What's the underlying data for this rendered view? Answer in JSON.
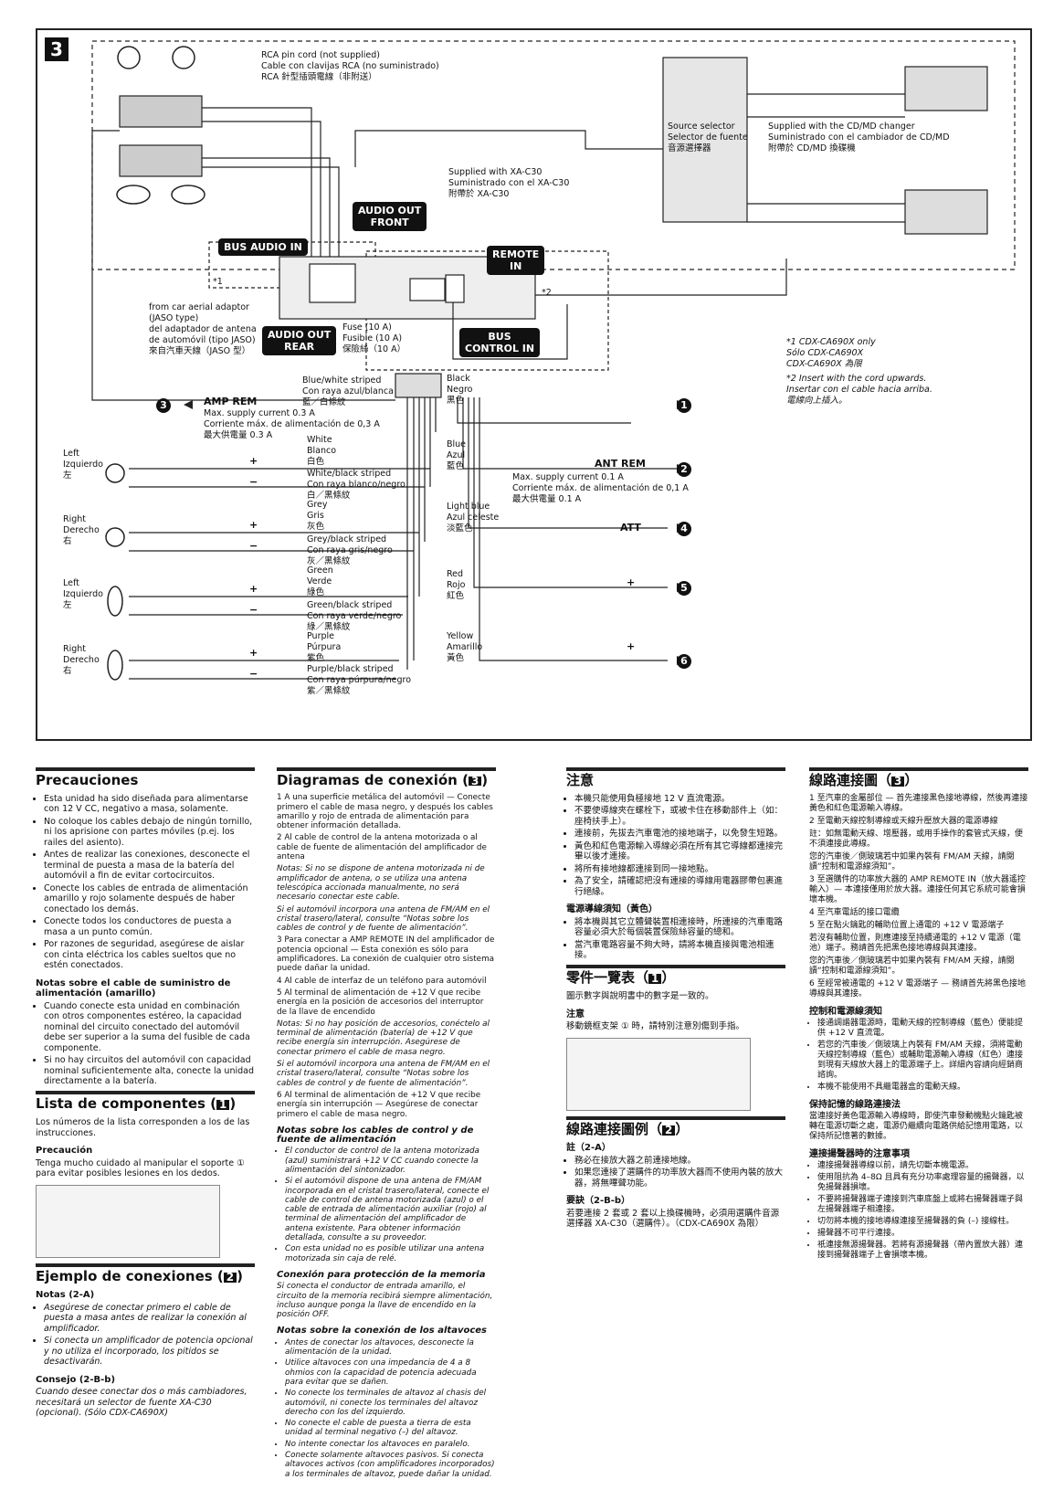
{
  "diagram": {
    "section_number": "3",
    "rca_cord": "RCA pin cord (not supplied)\nCable con clavijas RCA (no suministrado)\nRCA 針型插頭電線（非附送）",
    "source_selector": "Source selector\nSelector de fuente\n音源選擇器",
    "supplied_changer": "Supplied with the CD/MD changer\nSuministrado con el cambiador de CD/MD\n附帶於 CD/MD 換碟機",
    "supplied_xa": "Supplied with XA-C30\nSuministrado con el XA-C30\n附帶於 XA-C30",
    "audio_out_front": "AUDIO OUT\nFRONT",
    "bus_audio_in": "BUS AUDIO IN",
    "remote_in": "REMOTE\nIN",
    "audio_out_rear": "AUDIO OUT\nREAR",
    "bus_control_in": "BUS\nCONTROL IN",
    "star1_mark": "*1",
    "star2_mark": "*2",
    "aerial": "from car aerial adaptor\n(JASO type)\ndel adaptador de antena\nde automóvil (tipo JASO)\n來自汽車天線（JASO 型）",
    "fuse": "Fuse (10 A)\nFusible (10 A)\n保險絲（10 A）",
    "note1": "*1  CDX-CA690X only\nSólo CDX-CA690X\nCDX-CA690X 為限",
    "note2": "*2  Insert with the cord upwards.\nInsertar con el cable hacia arriba.\n電線向上插入。",
    "blue_white": "Blue/white striped\nCon raya azul/blanca\n藍／白條紋",
    "amp_rem": "AMP REM",
    "amp_max": "Max. supply current 0.3 A\nCorriente máx. de alimentación de 0,3 A\n最大供電量 0.3 A",
    "black": "Black\nNegro\n黑色",
    "blue": "Blue\nAzul\n藍色",
    "ant_rem": "ANT REM",
    "ant_max": "Max. supply current 0.1 A\nCorriente máx. de alimentación de 0,1 A\n最大供電量 0.1 A",
    "light_blue": "Light blue\nAzul celeste\n淡藍色",
    "att": "ATT",
    "red": "Red\nRojo\n紅色",
    "yellow": "Yellow\nAmarillo\n黃色",
    "left_spk": "Left\nIzquierdo\n左",
    "right_spk": "Right\nDerecho\n右",
    "white": "White\nBlanco\n白色",
    "white_black": "White/black striped\nCon raya blanco/negro\n白／黑條紋",
    "grey": "Grey\nGris\n灰色",
    "grey_black": "Grey/black striped\nCon raya gris/negro\n灰／黑條紋",
    "green": "Green\nVerde\n綠色",
    "green_black": "Green/black striped\nCon raya verde/negro\n綠／黑條紋",
    "purple": "Purple\nPúrpura\n紫色",
    "purple_black": "Purple/black striped\nCon raya púrpura/negro\n紫／黑條紋",
    "plus": "+",
    "minus": "−",
    "n1": "1",
    "n2": "2",
    "n3": "3",
    "n4": "4",
    "n5": "5",
    "n6": "6"
  },
  "col1": {
    "precauciones_title": "Precauciones",
    "precauciones": [
      "Esta unidad ha sido diseñada para alimentarse con 12 V CC, negativo a masa, solamente.",
      "No coloque los cables debajo de ningún tornillo, ni los aprisione con partes móviles (p.ej. los railes del asiento).",
      "Antes de realizar las conexiones, desconecte el terminal de puesta a masa de la batería del automóvil a fin de evitar cortocircuitos.",
      "Conecte los cables de entrada de alimentación amarillo y rojo solamente después de haber conectado los demás.",
      "Conecte todos los conductores de puesta a masa a un punto común.",
      "Por razones de seguridad, asegúrese de aislar con cinta eléctrica los cables sueltos que no estén conectados."
    ],
    "notas_title": "Notas sobre el cable de suministro de alimentación (amarillo)",
    "notas": [
      "Cuando conecte esta unidad en combinación con otros componentes estéreo, la capacidad nominal del circuito conectado del automóvil debe ser superior a la suma del fusible de cada componente.",
      "Si no hay circuitos del automóvil con capacidad nominal suficientemente alta, conecte la unidad directamente a la batería."
    ],
    "lista_title": "Lista de componentes (",
    "lista_num": "1",
    "lista_close": ")",
    "lista_text": "Los números de la lista corresponden a los de las instrucciones.",
    "precaucion_title": "Precaución",
    "precaucion_text": "Tenga mucho cuidado al manipular el soporte ① para evitar posibles lesiones en los dedos.",
    "ejemplo_title": "Ejemplo de conexiones (",
    "ejemplo_num": "2",
    "ejemplo_close": ")",
    "notas2_title": "Notas (2-A)",
    "notas2": [
      "Asegúrese de conectar primero el cable de puesta a masa antes de realizar la conexión al amplificador.",
      "Si conecta un amplificador de potencia opcional y no utiliza el incorporado, los pitidos se desactivarán."
    ],
    "consejo_title": "Consejo (2-B-b)",
    "consejo_text": "Cuando desee conectar dos o más cambiadores, necesitará un selector de fuente XA-C30 (opcional). (Sólo CDX-CA690X)"
  },
  "col2": {
    "title": "Diagramas de conexión (",
    "num": "3",
    "close": ")",
    "items": [
      "1 A una superficie metálica del automóvil — Conecte primero el cable de masa negro, y después los cables amarillo y rojo de entrada de alimentación para obtener información detallada.",
      "2 Al cable de control de la antena motorizada o al cable de fuente de alimentación del amplificador de antena",
      "Notas: Si no se dispone de antena motorizada ni de amplificador de antena, o se utiliza una antena telescópica accionada manualmente, no será necesario conectar este cable.",
      "Si el automóvil incorpora una antena de FM/AM en el cristal trasero/lateral, consulte “Notas sobre los cables de control y de fuente de alimentación”.",
      "3 Para conectar a AMP REMOTE IN del amplificador de potencia opcional — Esta conexión es sólo para amplificadores. La conexión de cualquier otro sistema puede dañar la unidad.",
      "4 Al cable de interfaz de un teléfono para automóvil",
      "5 Al terminal de alimentación de +12 V que recibe energía en la posición de accesorios del interruptor de la llave de encendido",
      "Notas: Si no hay posición de accesorios, conéctelo al terminal de alimentación (batería) de +12 V que recibe energía sin interrupción. Asegúrese de conectar primero el cable de masa negro.",
      "Si el automóvil incorpora una antena de FM/AM en el cristal trasero/lateral, consulte “Notas sobre los cables de control y de fuente de alimentación”.",
      "6 Al terminal de alimentación de +12 V que recibe energía sin interrupción — Asegúrese de conectar primero el cable de masa negro."
    ],
    "control_title": "Notas sobre los cables de control y de fuente de alimentación",
    "control": [
      "El conductor de control de la antena motorizada (azul) suministrará +12 V CC cuando conecte la alimentación del sintonizador.",
      "Si el automóvil dispone de una antena de FM/AM incorporada en el cristal trasero/lateral, conecte el cable de control de antena motorizada (azul) o el cable de entrada de alimentación auxiliar (rojo) al terminal de alimentación del amplificador de antena existente. Para obtener información detallada, consulte a su proveedor.",
      "Con esta unidad no es posible utilizar una antena motorizada sin caja de relé."
    ],
    "memoria_title": "Conexión para protección de la memoria",
    "memoria_text": "Si conecta el conductor de entrada amarillo, el circuito de la memoria recibirá siempre alimentación, incluso aunque ponga la llave de encendido en la posición OFF.",
    "altavoces_title": "Notas sobre la conexión de los altavoces",
    "altavoces": [
      "Antes de conectar los altavoces, desconecte la alimentación de la unidad.",
      "Utilice altavoces con una impedancia de 4 a 8 ohmios con la capacidad de potencia adecuada para evitar que se dañen.",
      "No conecte los terminales de altavoz al chasis del automóvil, ni conecte los terminales del altavoz derecho con los del izquierdo.",
      "No conecte el cable de puesta a tierra de esta unidad al terminal negativo (–) del altavoz.",
      "No intente conectar los altavoces en paralelo.",
      "Conecte solamente altavoces pasivos. Si conecta altavoces activos (con amplificadores incorporados) a los terminales de altavoz, puede dañar la unidad."
    ]
  },
  "col3": {
    "title": "注意",
    "items": [
      "本機只能使用負極接地 12 V 直流電源。",
      "不要使導線夾在螺栓下，或被卡住在移動部件上（如：座椅扶手上）。",
      "連接前，先拔去汽車電池的接地端子，以免發生短路。",
      "黃色和紅色電源輸入導線必須在所有其它導線都連接完畢以後才連接。",
      "將所有接地線都連接到同一接地點。",
      "為了安全，請確認把沒有連接的導線用電器膠帶包裹進行絕緣。"
    ],
    "power_title": "電源導線須知（黃色）",
    "power": [
      "將本機與其它立體聲裝置相連接時，所連接的汽車電路容量必須大於每個裝置保險絲容量的總和。",
      "當汽車電路容量不夠大時，請將本機直接與電池相連接。"
    ],
    "parts_title": "零件一覽表（",
    "parts_num": "1",
    "parts_close": "）",
    "parts_text": "圖示數字與說明書中的數字是一致的。",
    "caution_title": "注意",
    "caution_text": "移動鏡框支架 ① 時，請特別注意別傷到手指。",
    "example_title": "線路連接圖例（",
    "example_num": "2",
    "example_close": "）",
    "note_a_title": "註（2-A）",
    "note_a": [
      "務必在接放大器之前連接地線。",
      "如果您連接了選購件的功率放大器而不使用內裝的放大器，將無嗶聲功能。"
    ],
    "tip_title": "要訣（2-B-b）",
    "tip_text": "若要連接 2 套或 2 套以上換碟機時，必須用選購件音源選擇器 XA-C30（選購件）。（CDX-CA690X 為限）"
  },
  "col4": {
    "title": "線路連接圖（",
    "num": "3",
    "close": "）",
    "items": [
      "1 至汽車的金屬部位 — 首先連接黑色接地導線，然後再連接黃色和紅色電源輸入導線。",
      "2 至電動天線控制導線或天線升壓放大器的電源導線",
      "註：如無電動天線、增壓器，或用手操作的套管式天線，便不須連接此導線。",
      "您的汽車後／側玻璃若中如果內裝有 FM/AM 天線，請閱讀“控制和電源線須知”。",
      "3 至選購件的功率放大器的 AMP REMOTE IN（放大器遙控輸入）— 本連接僅用於放大器。連接任何其它系統可能會損壞本機。",
      "4 至汽車電話的接口電纜",
      "5 至在點火鑰匙的輔助位置上通電的 +12 V 電源端子",
      "若沒有輔助位置，則應連接至持續通電的 +12 V 電源（電池）端子。務請首先把黑色接地導線與其連接。",
      "您的汽車後／側玻璃若中如果內裝有 FM/AM 天線，請閱讀“控制和電源線須知”。",
      "6 至經常被通電的 +12 V 電源端子 — 務請首先將黑色接地導線與其連接。"
    ],
    "ctrl_title": "控制和電源線須知",
    "ctrl": [
      "接通調諧器電源時，電動天線的控制導線（藍色）便能提供 +12 V 直流電。",
      "若您的汽車後／側玻璃上內裝有 FM/AM 天線，須將電動天線控制導線（藍色）或輔助電源輸入導線（紅色）連接到現有天線放大器上的電源端子上。詳細內容請向經銷商諮詢。",
      "本機不能使用不具繼電器盒的電動天線。"
    ],
    "mem_title": "保持記憶的線路連接法",
    "mem_text": "當連接好黃色電源輸入導線時，即使汽車發動機點火鑰匙被轉在電源切斷之處，電源仍繼續向電路供給記憶用電路，以保持所記憶著的數據。",
    "spk_title": "連接揚聲器時的注意事項",
    "spk": [
      "連接揚聲器導線以前，請先切斷本機電源。",
      "使用阻抗為 4–8Ω 且具有充分功率處理容量的揚聲器，以免揚聲器損壞。",
      "不要將揚聲器端子連接到汽車底盤上或將右揚聲器端子與左揚聲器端子相連接。",
      "切勿將本機的接地導線連接至揚聲器的負 (–) 接線柱。",
      "揚聲器不可平行連接。",
      "祇連接無源揚聲器。若將有源揚聲器（帶內置放大器）連接到揚聲器端子上會損壞本機。"
    ]
  }
}
